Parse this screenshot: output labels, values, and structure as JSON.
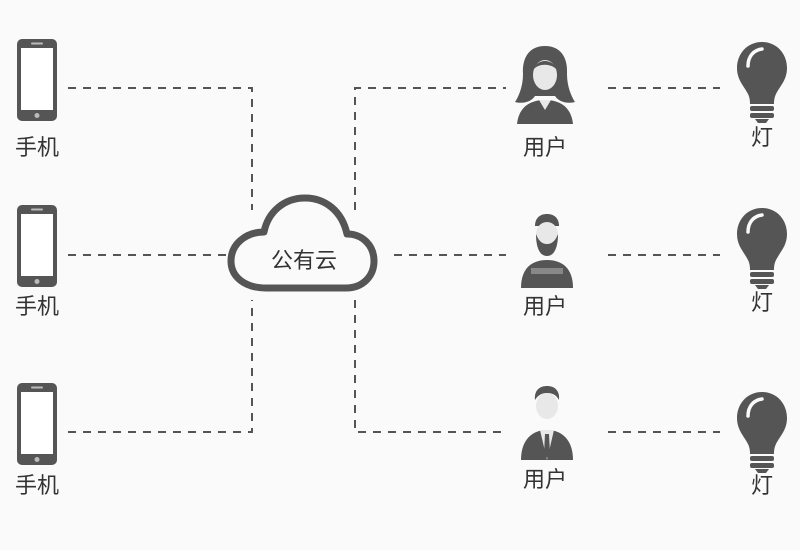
{
  "colors": {
    "icon": "#555555",
    "line": "#555555",
    "text": "#333333",
    "background": "#fafafa"
  },
  "cloud": {
    "label": "公有云",
    "icon": "cloud-icon"
  },
  "phones": [
    {
      "label": "手机",
      "icon": "smartphone-icon"
    },
    {
      "label": "手机",
      "icon": "smartphone-icon"
    },
    {
      "label": "手机",
      "icon": "smartphone-icon"
    }
  ],
  "users": [
    {
      "label": "用户",
      "icon": "user-woman-icon"
    },
    {
      "label": "用户",
      "icon": "user-bearded-man-icon"
    },
    {
      "label": "用户",
      "icon": "user-businessman-icon"
    }
  ],
  "lamps": [
    {
      "label": "灯",
      "icon": "light-bulb-icon"
    },
    {
      "label": "灯",
      "icon": "light-bulb-icon"
    },
    {
      "label": "灯",
      "icon": "light-bulb-icon"
    }
  ]
}
